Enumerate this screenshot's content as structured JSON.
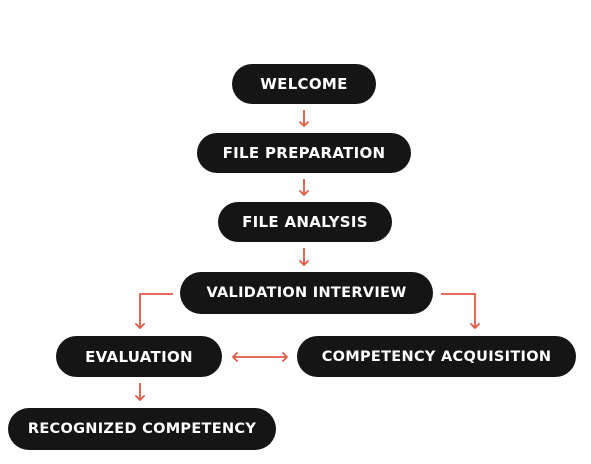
{
  "diagram": {
    "accent_color": "#e05a44",
    "node_color": "#151515",
    "nodes": {
      "welcome": "WELCOME",
      "file_preparation": "FILE PREPARATION",
      "file_analysis": "FILE ANALYSIS",
      "validation_interview": "VALIDATION INTERVIEW",
      "evaluation": "EVALUATION",
      "competency_acquisition": "COMPETENCY ACQUISITION",
      "recognized_competency": "RECOGNIZED COMPETENCY"
    }
  }
}
